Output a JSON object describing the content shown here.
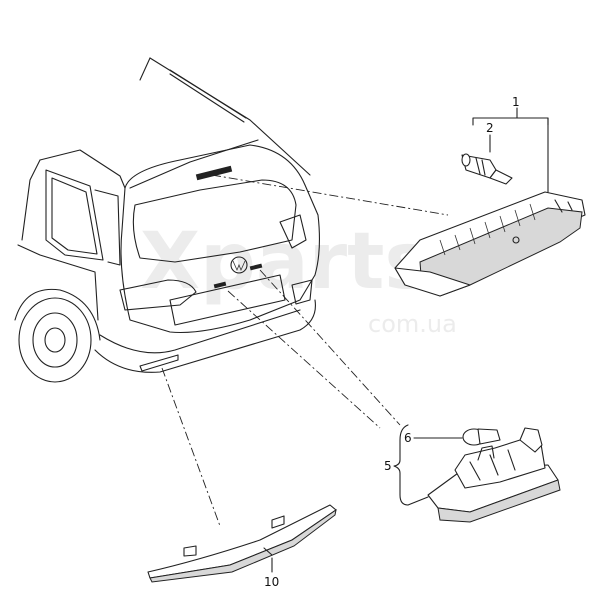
{
  "watermark": {
    "brand": "Xparts",
    "domain": "com.ua",
    "color": "#ececec"
  },
  "callouts": {
    "c1": "1",
    "c2": "2",
    "c5": "5",
    "c6": "6",
    "c10": "10"
  },
  "parts": {
    "vehicle": "vw-van-rear-icon",
    "third_brake_light": "brake-light-housing-icon",
    "bulb": "bulb-icon",
    "plate_lamp": "license-plate-lamp-icon",
    "wedge_bulb": "wedge-bulb-icon",
    "reflector": "rear-reflector-icon"
  }
}
